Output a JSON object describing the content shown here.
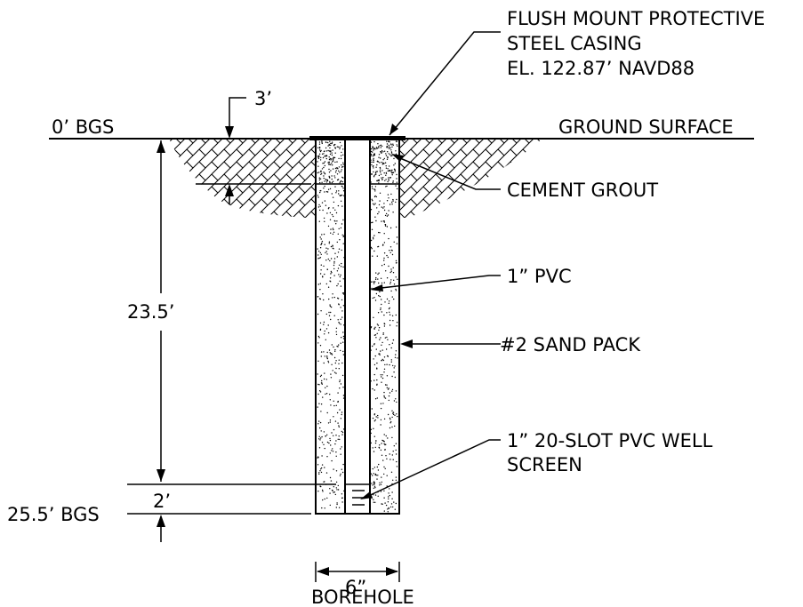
{
  "labels": {
    "casing_line1": "FLUSH MOUNT PROTECTIVE",
    "casing_line2": "STEEL CASING",
    "casing_line3": "EL. 122.87’ NAVD88",
    "top_depth": "0’ BGS",
    "ground_surface": "GROUND SURFACE",
    "grout_depth": "3’",
    "cement_grout": "CEMENT GROUT",
    "pvc": "1” PVC",
    "total_casing": "23.5’",
    "sand_pack": "#2 SAND PACK",
    "screen_line1": "1” 20-SLOT PVC WELL",
    "screen_line2": "SCREEN",
    "screen_length": "2’",
    "bottom_depth": "25.5’ BGS",
    "borehole_width": "6”",
    "borehole": "BOREHOLE"
  },
  "colors": {
    "ink": "#000000",
    "background": "#ffffff"
  }
}
